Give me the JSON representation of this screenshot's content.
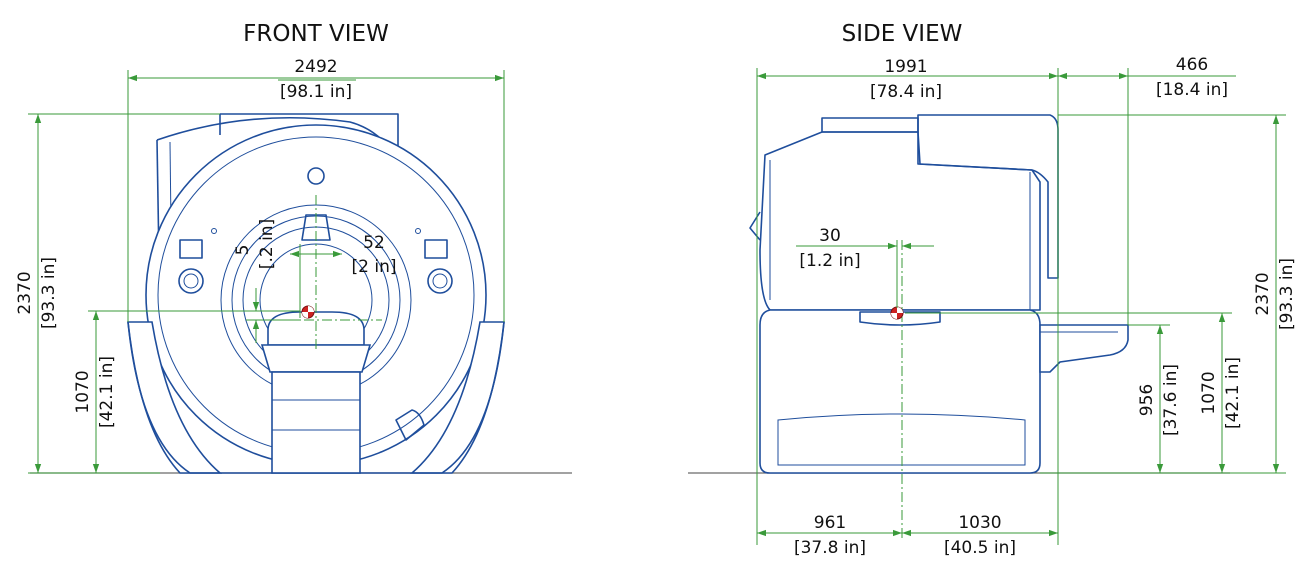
{
  "colors": {
    "equipment": "#1f4e9c",
    "dimension": "#3a9a3a",
    "ground": "#6a6a6a",
    "isocenter": "#cc2222"
  },
  "front": {
    "title": "FRONT VIEW",
    "width": {
      "mm": "2492",
      "in": "[98.1 in]"
    },
    "height": {
      "mm": "2370",
      "in": "[93.3 in]"
    },
    "iso_height": {
      "mm": "1070",
      "in": "[42.1 in]"
    },
    "iso_vertical_offset": {
      "mm": "5",
      "in": "[.2 in]"
    },
    "iso_horizontal_offset": {
      "mm": "52",
      "in": "[2 in]"
    }
  },
  "side": {
    "title": "SIDE VIEW",
    "length": {
      "mm": "1991",
      "in": "[78.4 in]"
    },
    "table_extension": {
      "mm": "466",
      "in": "[18.4 in]"
    },
    "height": {
      "mm": "2370",
      "in": "[93.3 in]"
    },
    "iso_height": {
      "mm": "1070",
      "in": "[42.1 in]"
    },
    "table_height": {
      "mm": "956",
      "in": "[37.6 in]"
    },
    "iso_offset": {
      "mm": "30",
      "in": "[1.2 in]"
    },
    "rear_to_iso": {
      "mm": "961",
      "in": "[37.8 in]"
    },
    "iso_to_front": {
      "mm": "1030",
      "in": "[40.5 in]"
    }
  }
}
